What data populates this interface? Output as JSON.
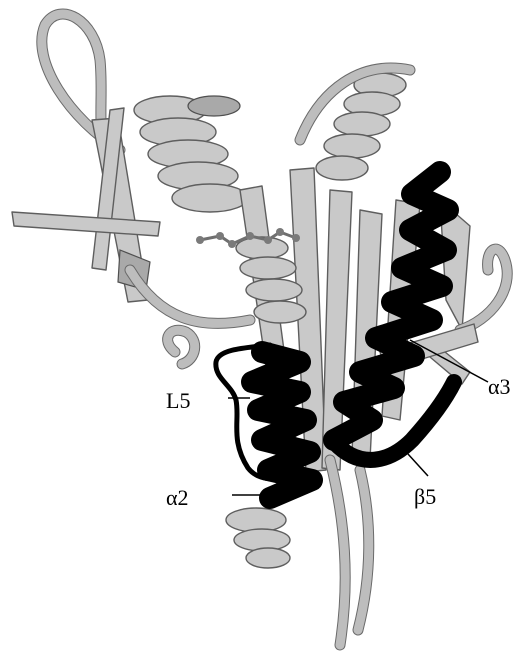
{
  "labels": {
    "l5": "L5",
    "alpha2": "α2",
    "alpha3": "α3",
    "beta5": "β5"
  },
  "colors": {
    "ribbon": "#c9c9c9",
    "highlight": "#000000",
    "background": "#ffffff"
  }
}
